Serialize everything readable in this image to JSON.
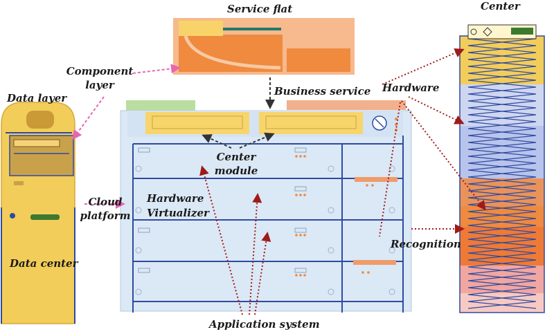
{
  "labels": {
    "service_flat": "Service flat",
    "center": "Center",
    "component_layer_1": "Component",
    "component_layer_2": "layer",
    "data_layer": "Data layer",
    "business_service": "Business service",
    "hardware": "Hardware",
    "center_module_1": "Center",
    "center_module_2": "module",
    "hardware_virtualizer_1": "Hardware",
    "hardware_virtualizer_2": "Virtualizer",
    "cloud_platform_1": "Cloud",
    "cloud_platform_2": "platform",
    "data_center": "Data center",
    "recognition": "Recognition",
    "application_system": "Application system"
  },
  "colors": {
    "pink_arrow": "#e765b5",
    "red_arrow": "#9e1b1b",
    "dark_arrow": "#333333",
    "server_blue": "#2e4aa0",
    "server_fill": "#dbe8f5",
    "cabinet_yellow": "#f3cd5a",
    "orange": "#ef8a3e"
  }
}
